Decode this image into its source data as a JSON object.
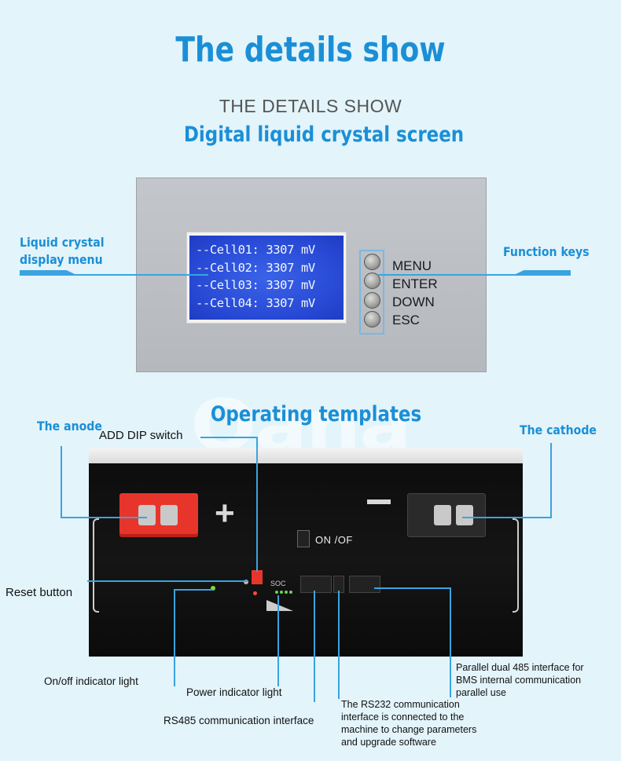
{
  "header": {
    "title": "The details show",
    "subtitle": "THE DETAILS SHOW",
    "subhead": "Digital liquid crystal screen"
  },
  "lcd": {
    "left_callout": [
      "Liquid crystal",
      "display menu"
    ],
    "right_callout": "Function keys",
    "rows": [
      "--Cell01: 3307 mV",
      "--Cell02: 3307 mV",
      "--Cell03: 3307 mV",
      "--Cell04: 3307 mV"
    ],
    "keys": [
      "MENU",
      "ENTER",
      "DOWN",
      "ESC"
    ]
  },
  "operating": {
    "heading": "Operating templates",
    "anode": "The anode",
    "cathode": "The cathode",
    "dip_switch": "ADD DIP switch",
    "reset": "Reset button",
    "onoff_light": "On/off indicator light",
    "power_light": "Power indicator light",
    "rs485": "RS485 communication interface",
    "rs232": [
      "The RS232 communication",
      "interface is connected to the",
      "machine to change parameters",
      "and upgrade software"
    ],
    "parallel": [
      "Parallel dual 485 interface for",
      "BMS internal communication",
      "parallel use"
    ]
  },
  "battery_panel": {
    "switch_label": "ON /OF",
    "plus": "+",
    "minus": "—",
    "soc": "SOC"
  },
  "colors": {
    "accent": "#1b8fd6",
    "background": "#e3f4fb",
    "lcd_blue": "#2748d4"
  }
}
